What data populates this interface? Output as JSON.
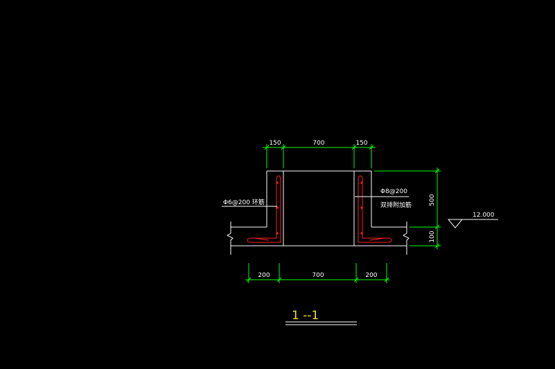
{
  "colors": {
    "background": "#000000",
    "outline": "#ffffff",
    "dimension": "#00ff00",
    "rebar": "#ff2020",
    "title": "#f2e600",
    "text": "#ffffff"
  },
  "dimensions": {
    "top": [
      "150",
      "700",
      "150"
    ],
    "bottom": [
      "200",
      "700",
      "200"
    ],
    "right_height": "500",
    "right_base": "100"
  },
  "elevation": {
    "value": "12.000",
    "icon": "elevation-triangle-icon"
  },
  "annotations": {
    "left_rebar": "Φ6@200 环筋",
    "right_rebar_spec": "Φ8@200",
    "right_rebar_note": "双排附加筋"
  },
  "section_title": "1 --1"
}
